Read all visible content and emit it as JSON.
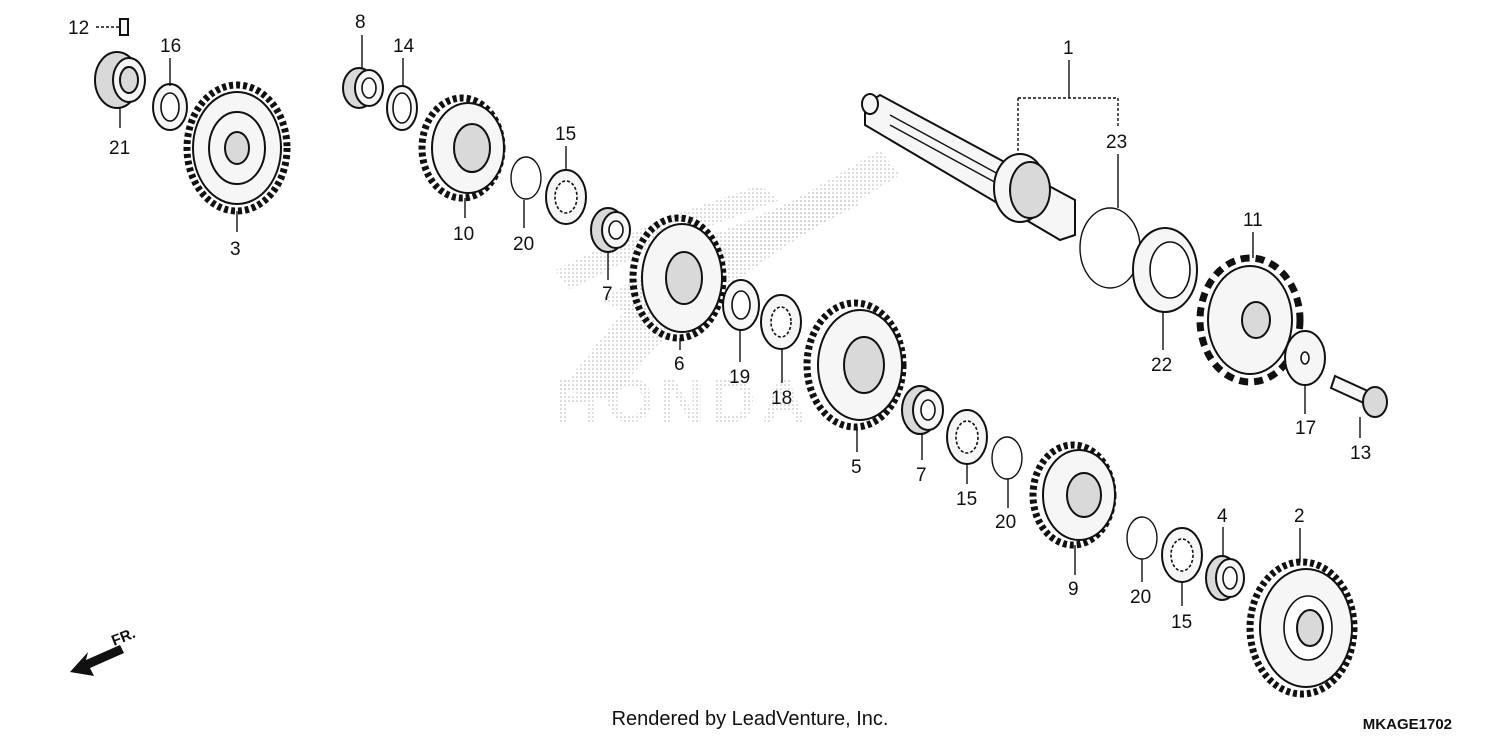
{
  "diagram": {
    "callouts": [
      "12",
      "16",
      "21",
      "3",
      "8",
      "14",
      "10",
      "20",
      "15",
      "7",
      "6",
      "19",
      "18",
      "1",
      "23",
      "22",
      "11",
      "17",
      "13",
      "5",
      "9",
      "4",
      "2"
    ],
    "watermark": "HONDA",
    "front_label": "FR."
  },
  "footer": {
    "rendered_by": "Rendered by LeadVenture, Inc.",
    "diagram_code": "MKAGE1702"
  }
}
